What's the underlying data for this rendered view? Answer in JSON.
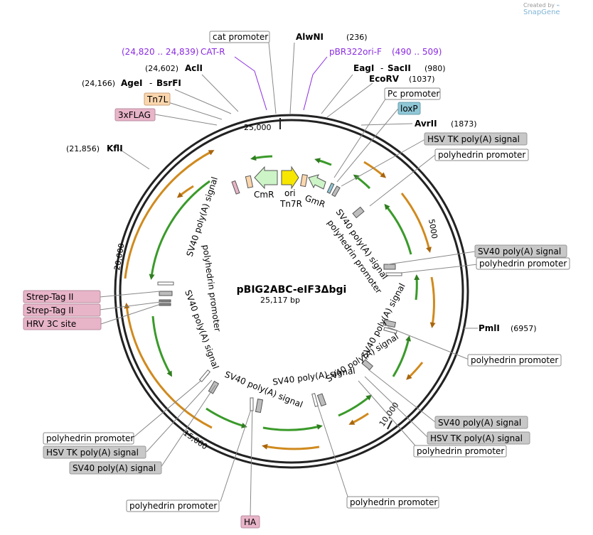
{
  "credit": {
    "prefix": "Created by",
    "brand": "SnapGene"
  },
  "plasmid": {
    "name": "pBIG2ABC-eIF3Δbgi",
    "size": "25,117 bp"
  },
  "colors": {
    "green_arrow": "#3a9a2a",
    "orange_arrow": "#d08a1e",
    "promoter_box": "#ffffff",
    "polyA_box": "#c8c8c8",
    "tag_box": "#e8b4c8",
    "tn7_box": "#fbd6ad",
    "loxp_box": "#8fc7d6",
    "primer": "#8a2be2"
  },
  "ticks": [
    "25,000",
    "5000",
    "10,000",
    "15,000",
    "20,000"
  ],
  "sites": {
    "alwni": {
      "name": "AlwNI",
      "coord": "(236)"
    },
    "eagi": {
      "name": "EagI",
      "sep": "-",
      "name2": "SacII",
      "coord": "(980)"
    },
    "ecorv": {
      "name": "EcoRV",
      "coord": "(1037)"
    },
    "avrii": {
      "name": "AvrII",
      "coord": "(1873)"
    },
    "pmli": {
      "name": "PmlI",
      "coord": "(6957)"
    },
    "acli": {
      "name": "AclI",
      "coord": "(24,602)"
    },
    "agei": {
      "name": "AgeI",
      "sep": "-",
      "name2": "BsrFI",
      "coord": "(24,166)"
    },
    "kfli": {
      "name": "KflI",
      "coord": "(21,856)"
    }
  },
  "primers": {
    "catr": {
      "name": "CAT-R",
      "coord": "(24,820 .. 24,839)"
    },
    "pbr": {
      "name": "pBR322ori-F",
      "coord": "(490 .. 509)"
    }
  },
  "boxes": {
    "cat_promoter": "cat promoter",
    "pc_promoter": "Pc promoter",
    "loxp": "loxP",
    "hsv_top": "HSV TK poly(A) signal",
    "polh_1": "polyhedrin promoter",
    "sv40_r1": "SV40 poly(A) signal",
    "polh_r2": "polyhedrin promoter",
    "polh_r3": "polyhedrin promoter",
    "sv40_br": "SV40 poly(A) signal",
    "hsv_br": "HSV TK poly(A) signal",
    "polh_br": "polyhedrin promoter",
    "polh_bc": "polyhedrin promoter",
    "ha": "HA",
    "polh_bl2": "polyhedrin promoter",
    "polh_bl": "polyhedrin promoter",
    "hsv_bl": "HSV TK poly(A) signal",
    "sv40_bl": "SV40 poly(A) signal",
    "strep1": "Strep-Tag II",
    "strep2": "Strep-Tag II",
    "hrv": "HRV 3C site",
    "tn7l": "Tn7L",
    "flag": "3xFLAG"
  },
  "inner": {
    "cmr": "CmR",
    "ori": "ori",
    "tn7r": "Tn7R",
    "gmr": "GmR",
    "sv40_tl": "SV40 poly(A) signal",
    "sv40_tr": "SV40 poly(A) signal",
    "polh_tr": "polyhedrin promoter",
    "polh_l": "polyhedrin promoter",
    "sv40_l": "SV40 poly(A) signal",
    "sv40_bl": "SV40 poly(A) signal",
    "sv40_bc": "SV40 poly(A) signal",
    "sv40_bc2": "SV40 poly(A) signal",
    "sv40_br": "SV40 poly(A) signal"
  }
}
